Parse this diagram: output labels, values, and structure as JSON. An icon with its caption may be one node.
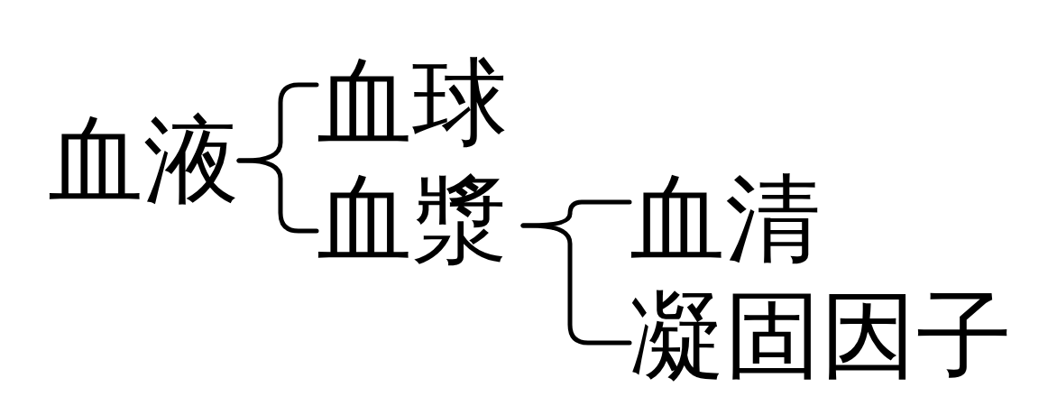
{
  "diagram": {
    "nodes": [
      {
        "text": [
          "血液"
        ]
      },
      {
        "text": [
          "血球"
        ]
      },
      {
        "text": [
          "血漿"
        ]
      },
      {
        "text": [
          "血清"
        ]
      },
      {
        "text": [
          "凝固因子"
        ]
      }
    ],
    "edges": [
      {
        "from": 0,
        "to": 1,
        "arrow": "none"
      },
      {
        "from": 0,
        "to": 2,
        "arrow": "none"
      },
      {
        "from": 2,
        "to": 3,
        "arrow": "none"
      },
      {
        "from": 2,
        "to": 4,
        "arrow": "none"
      }
    ]
  }
}
